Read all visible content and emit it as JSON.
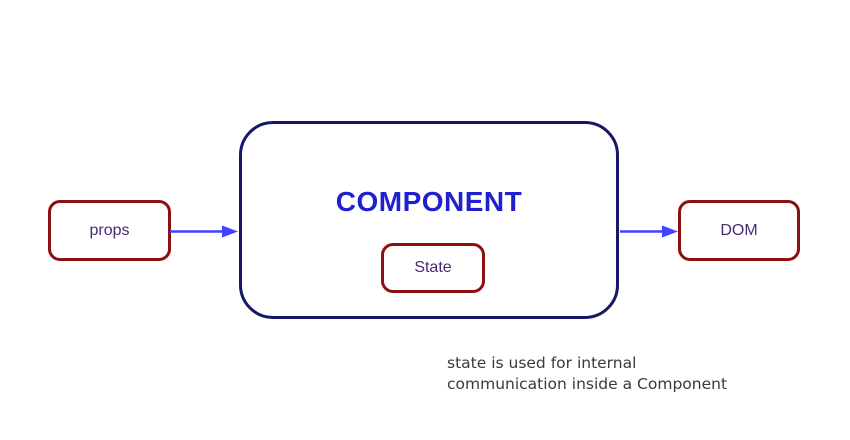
{
  "diagram": {
    "props_box": {
      "label": "props"
    },
    "component_box": {
      "title": "COMPONENT"
    },
    "state_box": {
      "label": "State"
    },
    "dom_box": {
      "label": "DOM"
    },
    "caption": {
      "line1": "state is used for internal",
      "line2": "communication inside a Component"
    },
    "arrows": [
      {
        "name": "props-to-component",
        "direction": "right"
      },
      {
        "name": "component-to-dom",
        "direction": "right"
      }
    ],
    "colors": {
      "small_box_border": "#8b1111",
      "component_border": "#171768",
      "component_title": "#2020cf",
      "label_text": "#4a2a75",
      "arrow": "#4141ff",
      "caption_text": "#3a3a3a",
      "background": "#ffffff"
    }
  }
}
